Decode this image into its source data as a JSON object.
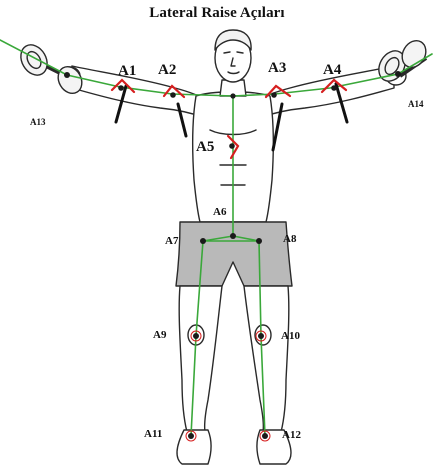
{
  "title": "Lateral Raise Açıları",
  "colors": {
    "skeleton_line": "#3aa83a",
    "angle_arc": "#d61f1f",
    "marker_bar": "#111111",
    "skin_outline": "#2a2a2a",
    "shorts_fill": "#b9b9b9",
    "joint_dot": "#1a1a1a",
    "background": "#ffffff"
  },
  "labels": {
    "a1": "A1",
    "a2": "A2",
    "a3": "A3",
    "a4": "A4",
    "a5": "A5",
    "a6": "A6",
    "a7": "A7",
    "a8": "A8",
    "a9": "A9",
    "a10": "A10",
    "a11": "A11",
    "a12": "A12",
    "a13": "A13",
    "a14": "A14"
  },
  "icons": {
    "left_dumbbell": "dumbbell-icon",
    "right_dumbbell": "dumbbell-icon",
    "angle_marker": "angle-arc-icon",
    "joint": "joint-dot-icon"
  }
}
